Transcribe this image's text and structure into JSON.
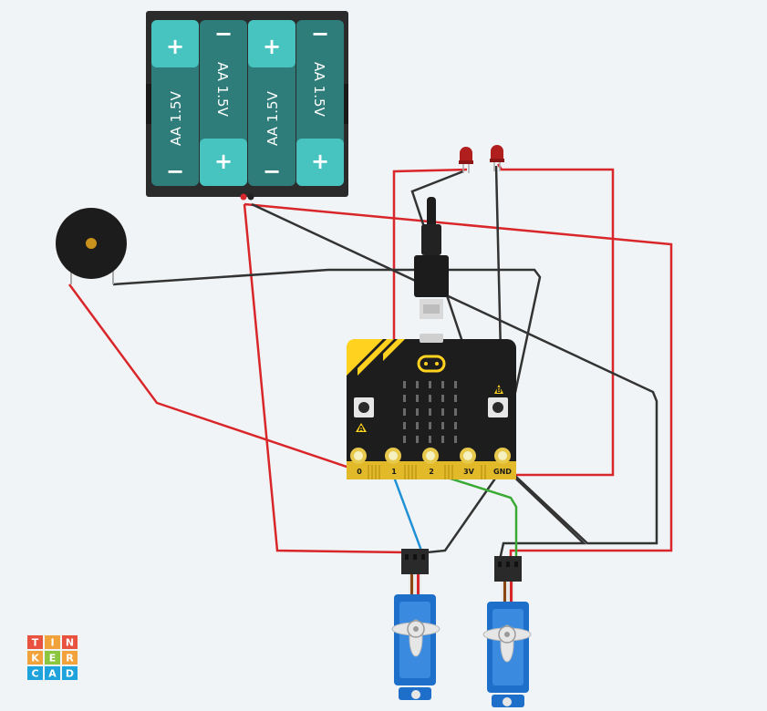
{
  "battery": {
    "cells": [
      {
        "label": "AA 1.5V",
        "top_terminal": "+",
        "bottom_terminal": "−",
        "color": "#2e7d7a"
      },
      {
        "label": "AA 1.5V",
        "top_terminal": "−",
        "bottom_terminal": "+",
        "color": "#2e7d7a"
      },
      {
        "label": "AA 1.5V",
        "top_terminal": "+",
        "bottom_terminal": "−",
        "color": "#2e7d7a"
      },
      {
        "label": "AA 1.5V",
        "top_terminal": "−",
        "bottom_terminal": "+",
        "color": "#2e7d7a"
      }
    ],
    "terminal_color": "#47c3c0"
  },
  "microbit": {
    "pins": [
      "0",
      "1",
      "2",
      "3V",
      "GND"
    ],
    "button_a": "A",
    "button_b": "B",
    "board_color": "#1d1d1d",
    "accent_color": "#ffd21f"
  },
  "wires": {
    "red": "#d9262a",
    "black": "#333333",
    "blue": "#1e90d6",
    "green": "#3aaa35"
  },
  "logo": {
    "rows": [
      [
        {
          "ch": "T",
          "color": "#e8523f"
        },
        {
          "ch": "I",
          "color": "#f2a23a"
        },
        {
          "ch": "N",
          "color": "#e8523f"
        }
      ],
      [
        {
          "ch": "K",
          "color": "#f2a23a"
        },
        {
          "ch": "E",
          "color": "#8cc63f"
        },
        {
          "ch": "R",
          "color": "#f2a23a"
        }
      ],
      [
        {
          "ch": "C",
          "color": "#1fa3dc"
        },
        {
          "ch": "A",
          "color": "#1fa3dc"
        },
        {
          "ch": "D",
          "color": "#1fa3dc"
        }
      ]
    ]
  }
}
